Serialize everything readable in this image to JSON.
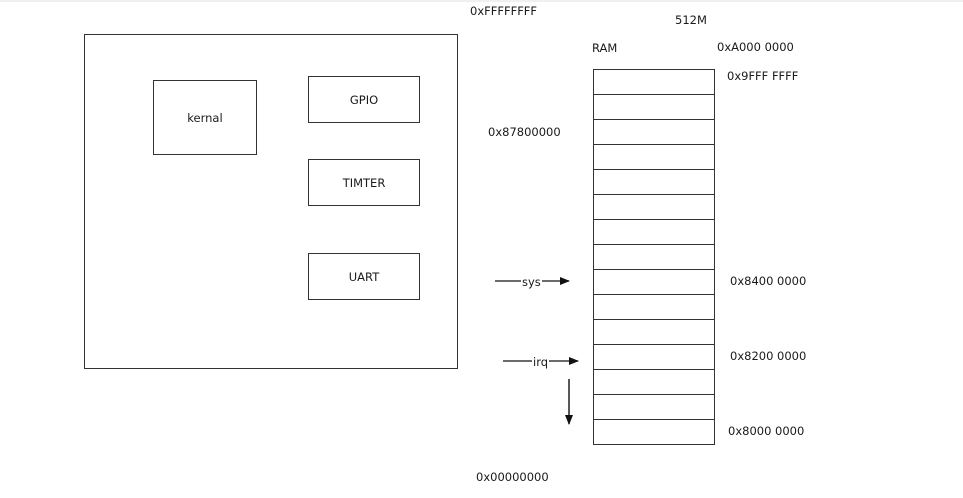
{
  "addresses": {
    "top": "0xFFFFFFFF",
    "bottom": "0x00000000",
    "middle": "0x87800000"
  },
  "ram": {
    "size": "512M",
    "label": "RAM",
    "block_count": 15,
    "addr_a000": "0xA000 0000",
    "addr_9fff": "0x9FFF FFFF",
    "addr_8400": "0x8400 0000",
    "addr_8200": "0x8200 0000",
    "addr_8000": "0x8000 0000"
  },
  "soc": {
    "kernel": "kernal",
    "gpio": "GPIO",
    "timer": "TIMTER",
    "uart": "UART"
  },
  "arrows": {
    "sys": "sys",
    "irq": "irq"
  }
}
